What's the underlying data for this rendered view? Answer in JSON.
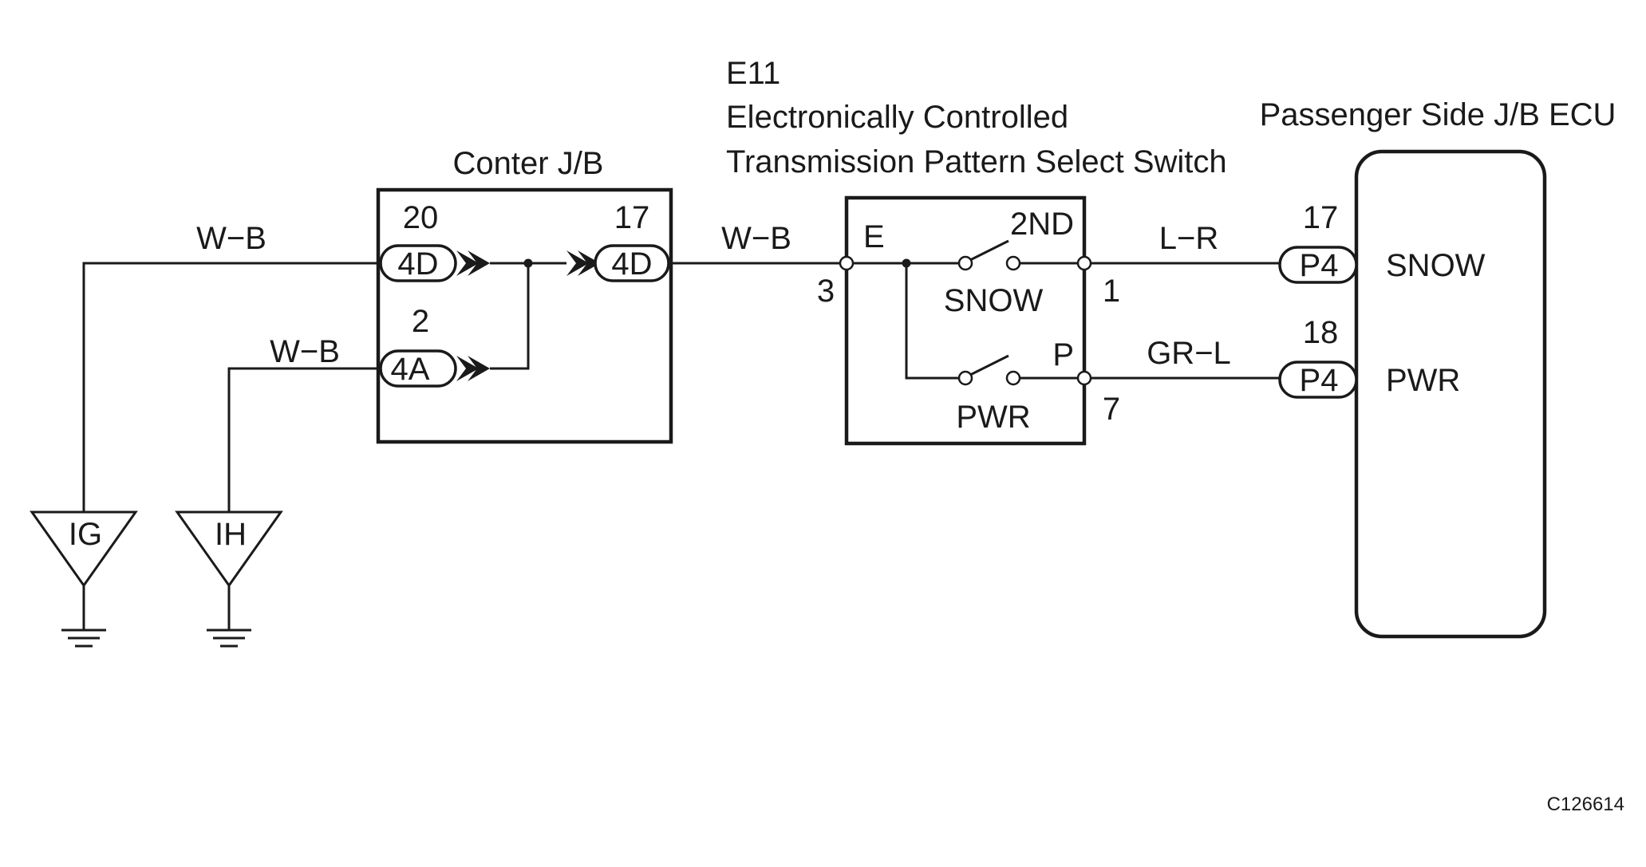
{
  "component": {
    "code": "E11",
    "name_line1": "Electronically Controlled",
    "name_line2": "Transmission Pattern Select Switch"
  },
  "center_jb": {
    "title": "Conter J/B",
    "connectors": [
      {
        "pin": "20",
        "code": "4D"
      },
      {
        "pin": "17",
        "code": "4D"
      },
      {
        "pin": "2",
        "code": "4A"
      }
    ]
  },
  "ecu": {
    "title": "Passenger Side J/B ECU",
    "connectors": [
      {
        "pin": "17",
        "code": "P4",
        "signal": "SNOW"
      },
      {
        "pin": "18",
        "code": "P4",
        "signal": "PWR"
      }
    ]
  },
  "switch": {
    "terminal_e": "E",
    "terminal_2nd": "2ND",
    "terminal_p": "P",
    "label_snow": "SNOW",
    "label_pwr": "PWR",
    "pin_e": "3",
    "pin_2nd": "1",
    "pin_p": "7"
  },
  "wires": {
    "ig_wire": "W−B",
    "ih_wire": "W−B",
    "jb_to_switch": "W−B",
    "snow_wire": "L−R",
    "pwr_wire": "GR−L"
  },
  "grounds": [
    {
      "label": "IG"
    },
    {
      "label": "IH"
    }
  ],
  "figure_code": "C126614"
}
